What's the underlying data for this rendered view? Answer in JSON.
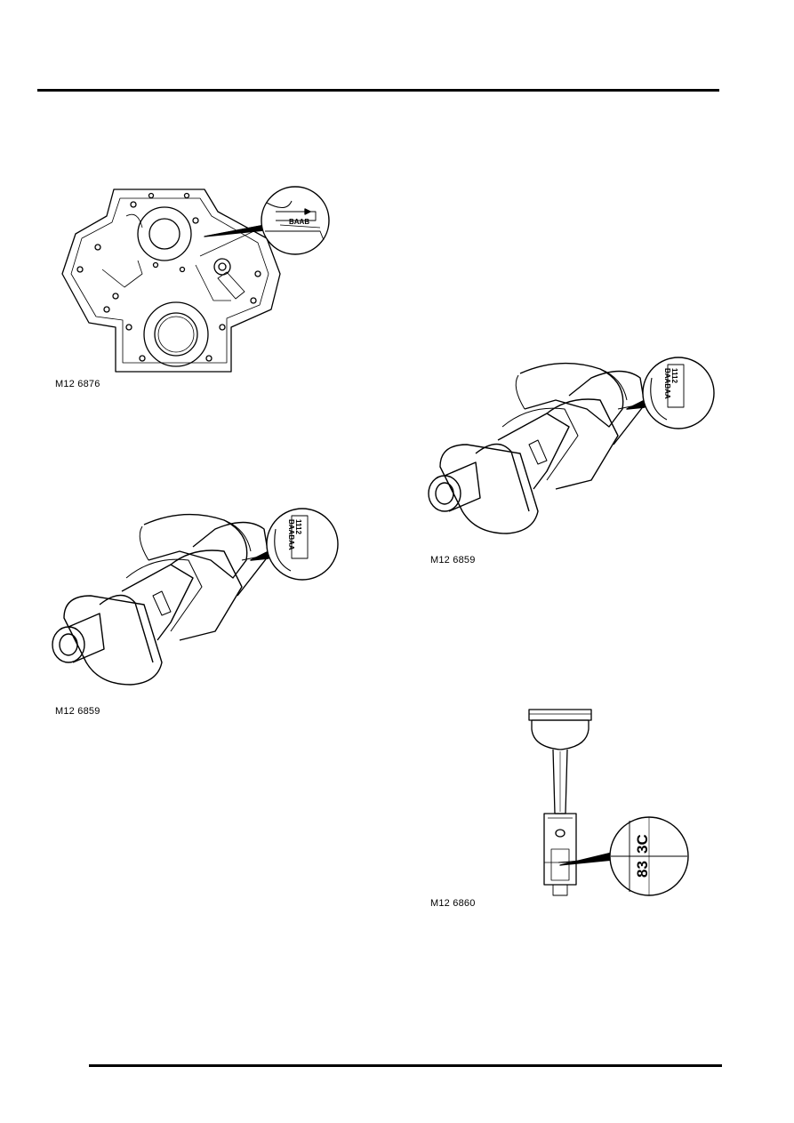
{
  "figures": [
    {
      "caption": "M12 6876",
      "callout_text": "BAAB"
    },
    {
      "caption": "M12 6859",
      "callout_line1": "1112",
      "callout_line2": "BAABAA"
    },
    {
      "caption": "M12 6859",
      "callout_line1": "1112",
      "callout_line2": "BAABAA"
    },
    {
      "caption": "M12 6860",
      "callout_line1": "83",
      "callout_line2": "3C"
    }
  ]
}
